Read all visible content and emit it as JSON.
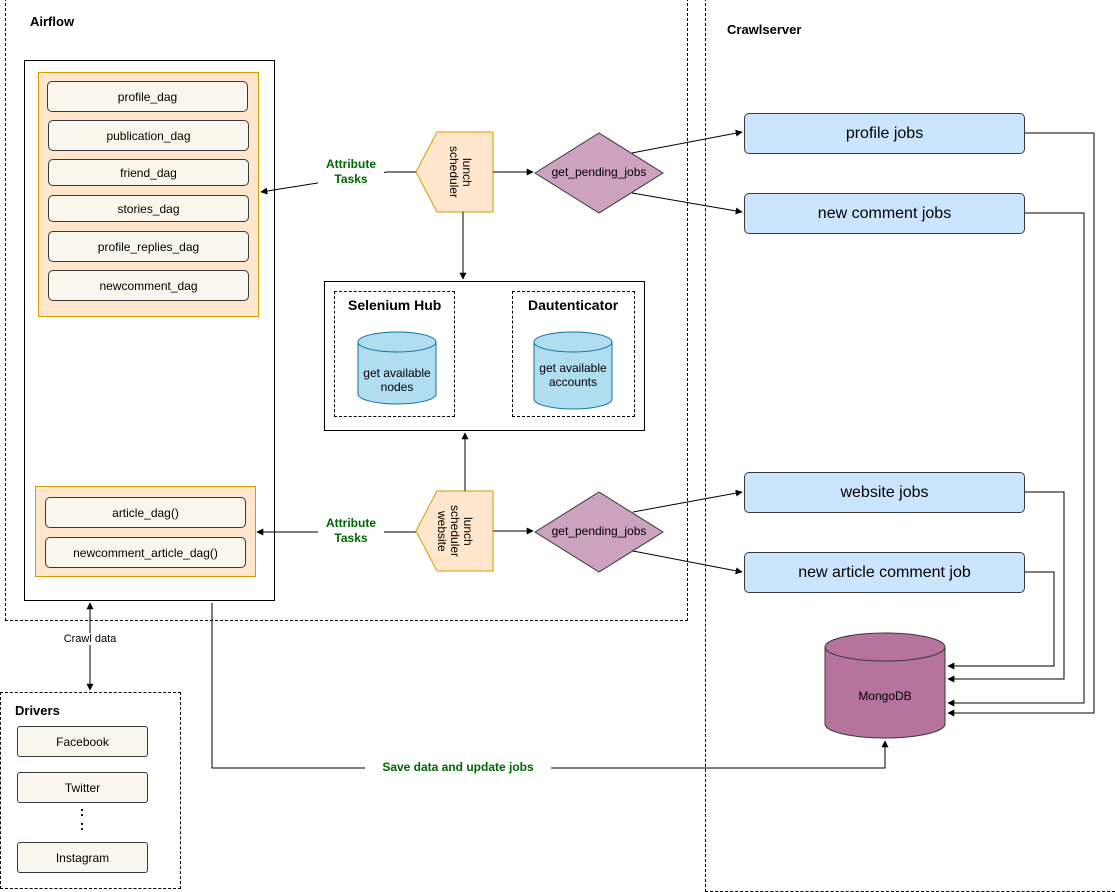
{
  "airflow": {
    "title": "Airflow",
    "dags_top": [
      "profile_dag",
      "publication_dag",
      "friend_dag",
      "stories_dag",
      "profile_replies_dag",
      "newcomment_dag"
    ],
    "dags_bottom": [
      "article_dag()",
      "newcomment_article_dag()"
    ],
    "attribute_tasks_1": "Attribute Tasks",
    "attribute_tasks_2": "Attribute Tasks",
    "scheduler_1": "lunch scheduler",
    "scheduler_2": "lunch scheduler website",
    "decision_1": "get_pending_jobs",
    "decision_2": "get_pending_jobs",
    "selenium_hub": {
      "title": "Selenium Hub",
      "db": "get available nodes"
    },
    "dautenticator": {
      "title": "Dautenticator",
      "db": "get available accounts"
    }
  },
  "crawlserver": {
    "title": "Crawlserver",
    "jobs": [
      "profile jobs",
      "new comment jobs",
      "website jobs",
      "new article comment job"
    ],
    "database": "MongoDB"
  },
  "drivers": {
    "title": "Drivers",
    "items": [
      "Facebook",
      "Twitter",
      "Instagram"
    ],
    "ellipsis": ":\n:"
  },
  "links": {
    "crawl_data": "Crawl data",
    "save_data": "Save data and update jobs"
  },
  "colors": {
    "orange_fill": "#ffe6cc",
    "orange_stroke": "#d79b00",
    "job_fill": "#cce5ff",
    "decision_fill": "#cda2be",
    "db_fill": "#b1ddf0",
    "mongo_fill": "#b5739d",
    "label_green": "#006600"
  }
}
